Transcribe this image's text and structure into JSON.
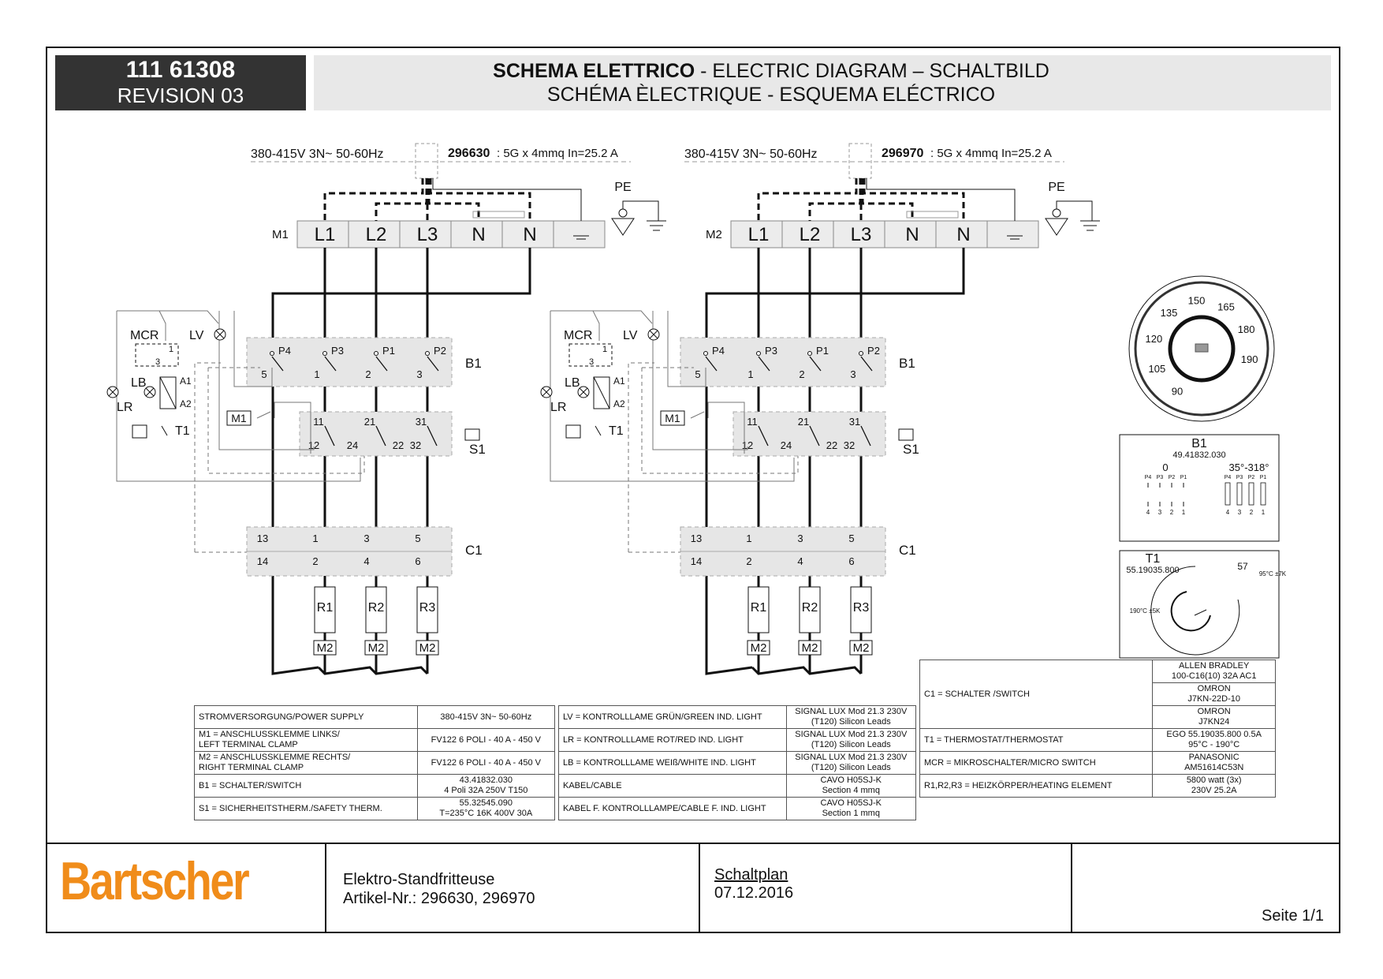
{
  "header": {
    "number": "111 61308",
    "revision": "REVISION 03",
    "title_bold": "SCHEMA ELETTRICO",
    "title_rest": " - ELECTRIC DIAGRAM – SCHALTBILD",
    "title_line2": "SCHÉMA ÈLECTRIQUE - ESQUEMA ELÉCTRICO"
  },
  "circuits": [
    {
      "supply": "380-415V 3N~ 50-60Hz",
      "article": "296630",
      "cable": ": 5G x 4mmq  In=25.2 A",
      "pe": "PE",
      "terminal": "M1"
    },
    {
      "supply": "380-415V 3N~ 50-60Hz",
      "article": "296970",
      "cable": ": 5G x 4mmq  In=25.2 A",
      "pe": "PE",
      "terminal": "M2"
    }
  ],
  "labels": {
    "terminals": [
      "L1",
      "L2",
      "L3",
      "N",
      "N"
    ],
    "mcr": "MCR",
    "lv": "LV",
    "lb": "LB",
    "lr": "LR",
    "t1": "T1",
    "a1": "A1",
    "a2": "A2",
    "m1box": "M1",
    "b1": "B1",
    "s1": "S1",
    "c1": "C1",
    "b1_top": [
      "P4",
      "P3",
      "P1",
      "P2"
    ],
    "b1_bot": [
      "5",
      "1",
      "2",
      "3"
    ],
    "s1_top": [
      "11",
      "21",
      "31"
    ],
    "s1_bot": [
      "12",
      "24",
      "22",
      "32"
    ],
    "c1_top": [
      "13",
      "1",
      "3",
      "5"
    ],
    "c1_bot": [
      "14",
      "2",
      "4",
      "6"
    ],
    "heaters": [
      "R1",
      "R2",
      "R3"
    ],
    "hm": "M2",
    "mcr_pins": [
      "1",
      "3"
    ]
  },
  "dial": {
    "marks": [
      "90",
      "105",
      "120",
      "135",
      "150",
      "165",
      "180",
      "190"
    ]
  },
  "b1_detail": {
    "title": "B1",
    "code": "49.41832.030",
    "pos0": "0",
    "pos1": "35°-318°",
    "pins_top": [
      "P4",
      "P3",
      "P2",
      "P1"
    ],
    "pins_bot": [
      "4",
      "3",
      "2",
      "1"
    ]
  },
  "t1_detail": {
    "title": "T1",
    "code": "55.19035.800",
    "label57": "57",
    "lo": "190°C ±5K",
    "hi": "95°C ±7K"
  },
  "table_left": [
    [
      "STROMVERSORGUNG/POWER SUPPLY",
      "380-415V 3N~ 50-60Hz"
    ],
    [
      "M1 = ANSCHLUSSKLEMME LINKS/\n      LEFT TERMINAL CLAMP",
      "FV122 6 POLI - 40 A - 450 V"
    ],
    [
      "M2 = ANSCHLUSSKLEMME RECHTS/\n      RIGHT TERMINAL CLAMP",
      "FV122 6 POLI - 40 A - 450 V"
    ],
    [
      "B1 = SCHALTER/SWITCH",
      "43.41832.030\n4 Poli 32A 250V T150"
    ],
    [
      "S1 = SICHERHEITSTHERM./SAFETY THERM.",
      "55.32545.090\nT=235°C 16K 400V 30A"
    ]
  ],
  "table_mid": [
    [
      "LV = KONTROLLLAME GRÜN/GREEN IND. LIGHT",
      "SIGNAL LUX Mod 21.3 230V\n(T120) Silicon Leads"
    ],
    [
      "LR = KONTROLLLAME ROT/RED IND. LIGHT",
      "SIGNAL LUX Mod 21.3 230V\n(T120) Silicon Leads"
    ],
    [
      "LB = KONTROLLLAME WEIß/WHITE IND. LIGHT",
      "SIGNAL LUX Mod 21.3 230V\n(T120) Silicon Leads"
    ],
    [
      "KABEL/CABLE",
      "CAVO H05SJ-K\nSection 4 mmq"
    ],
    [
      "KABEL F. KONTROLLLAMPE/CABLE F. IND. LIGHT",
      "CAVO H05SJ-K\nSection 1 mmq"
    ]
  ],
  "table_right": {
    "c1_label": "C1 = SCHALTER /SWITCH",
    "c1_values": [
      "ALLEN BRADLEY\n100-C16(10) 32A AC1",
      "OMRON\nJ7KN-22D-10",
      "OMRON\nJ7KN24"
    ],
    "rows": [
      [
        "T1 = THERMOSTAT/THERMOSTAT",
        "EGO 55.19035.800 0.5A\n95°C - 190°C"
      ],
      [
        "MCR = MIKROSCHALTER/MICRO SWITCH",
        "PANASONIC\nAM51614C53N"
      ],
      [
        "R1,R2,R3 = HEIZKÖRPER/HEATING ELEMENT",
        "5800 watt (3x)\n230V 25.2A"
      ]
    ]
  },
  "footer": {
    "brand": "Bartscher",
    "product": "Elektro-Standfritteuse",
    "article": "Artikel-Nr.: 296630, 296970",
    "doc": "Schaltplan",
    "date": "07.12.2016",
    "page": "Seite 1/1"
  }
}
